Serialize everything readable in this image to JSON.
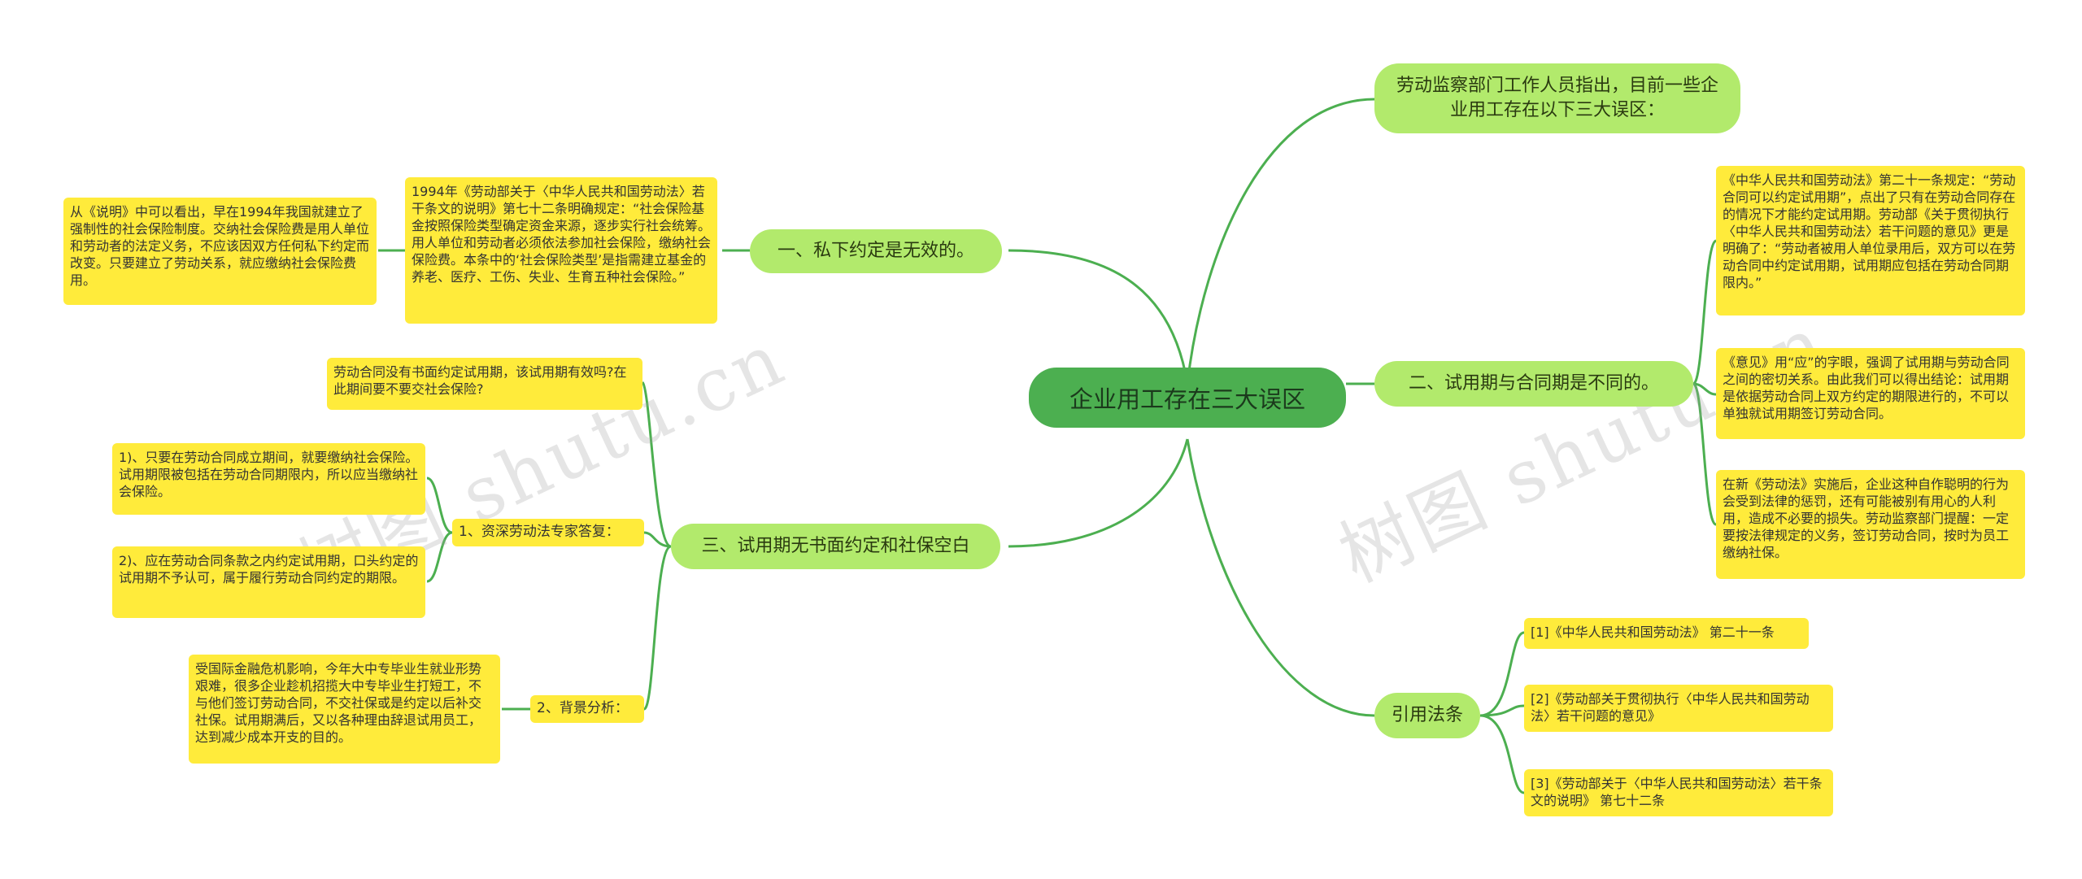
{
  "root": {
    "title": "企业用工存在三大误区"
  },
  "watermark": "树图 shutu.cn",
  "intro": "劳动监察部门工作人员指出，目前一些企业用工存在以下三大误区：",
  "branch1": {
    "title": "一、私下约定是无效的。",
    "detail": "1994年《劳动部关于〈中华人民共和国劳动法〉若干条文的说明》第七十二条明确规定：“社会保险基金按照保险类型确定资金来源，逐步实行社会统筹。用人单位和劳动者必须依法参加社会保险，缴纳社会保险费。本条中的‘社会保险类型’是指需建立基金的养老、医疗、工伤、失业、生育五种社会保险。”",
    "conclusion": "从《说明》中可以看出，早在1994年我国就建立了强制性的社会保险制度。交纳社会保险费是用人单位和劳动者的法定义务，不应该因双方任何私下约定而改变。只要建立了劳动关系，就应缴纳社会保险费用。"
  },
  "branch2": {
    "title": "二、试用期与合同期是不同的。",
    "items": [
      "《中华人民共和国劳动法》第二十一条规定：“劳动合同可以约定试用期”，点出了只有在劳动合同存在的情况下才能约定试用期。劳动部《关于贯彻执行〈中华人民共和国劳动法〉若干问题的意见》更是明确了：“劳动者被用人单位录用后，双方可以在劳动合同中约定试用期，试用期应包括在劳动合同期限内。”",
      "《意见》用“应”的字眼，强调了试用期与劳动合同之间的密切关系。由此我们可以得出结论：试用期是依据劳动合同上双方约定的期限进行的，不可以单独就试用期签订劳动合同。",
      "在新《劳动法》实施后，企业这种自作聪明的行为会受到法律的惩罚，还有可能被别有用心的人利用，造成不必要的损失。劳动监察部门提醒：一定要按法律规定的义务，签订劳动合同，按时为员工缴纳社保。"
    ]
  },
  "branch3": {
    "title": "三、试用期无书面约定和社保空白",
    "question": "劳动合同没有书面约定试用期，该试用期有效吗?在此期间要不要交社会保险?",
    "expert_label": "1、资深劳动法专家答复：",
    "expert_items": [
      "1)、只要在劳动合同成立期间，就要缴纳社会保险。试用期限被包括在劳动合同期限内，所以应当缴纳社会保险。",
      "2)、应在劳动合同条款之内约定试用期，口头约定的试用期不予认可，属于履行劳动合同约定的期限。"
    ],
    "background_label": "2、背景分析：",
    "background_text": "受国际金融危机影响，今年大中专毕业生就业形势艰难，很多企业趁机招揽大中专毕业生打短工，不与他们签订劳动合同，不交社保或是约定以后补交社保。试用期满后，又以各种理由辞退试用员工，达到减少成本开支的目的。"
  },
  "references": {
    "title": "引用法条",
    "items": [
      "[1]《中华人民共和国劳动法》 第二十一条",
      "[2]《劳动部关于贯彻执行〈中华人民共和国劳动法〉若干问题的意见》",
      "[3]《劳动部关于〈中华人民共和国劳动法〉若干条文的说明》 第七十二条"
    ]
  },
  "colors": {
    "root": "#4caf50",
    "branch": "#b2ea6c",
    "leaf": "#ffeb3b",
    "link": "#4caf50"
  }
}
